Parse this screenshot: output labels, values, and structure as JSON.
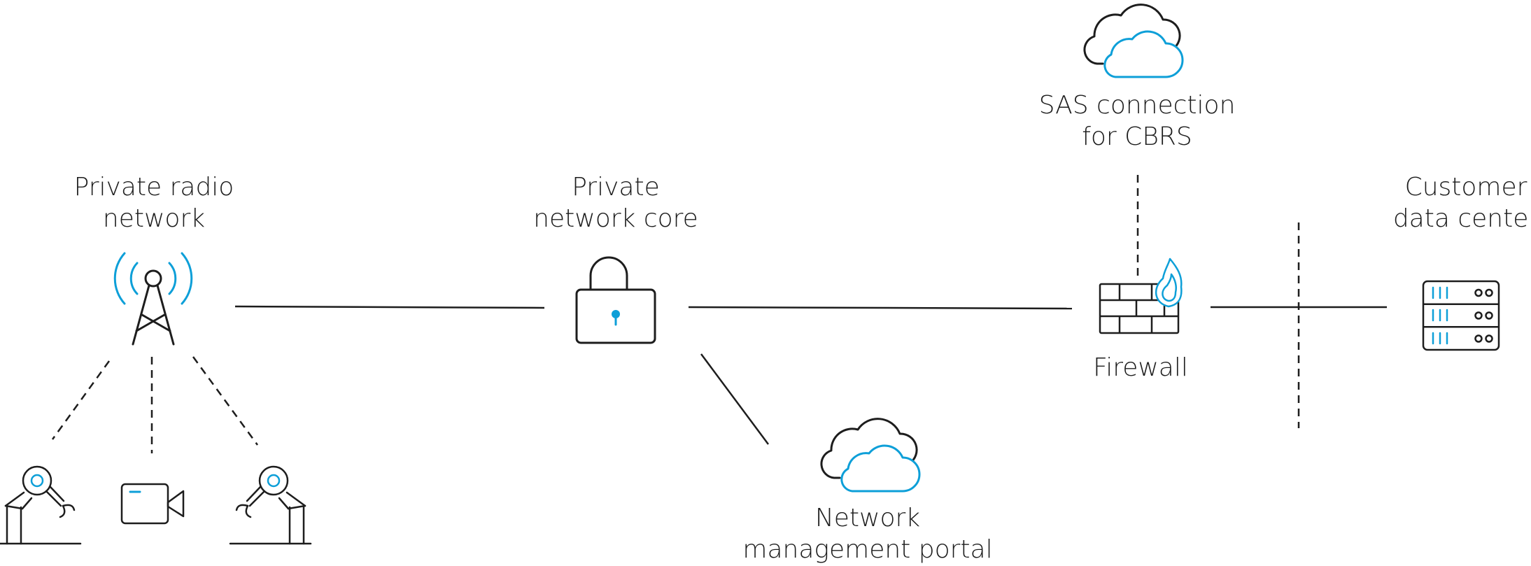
{
  "labels": {
    "radio": [
      "Private radio",
      "network"
    ],
    "core": [
      "Private",
      "network core"
    ],
    "sas": [
      "SAS connection",
      "for CBRS"
    ],
    "customer": [
      "Customer",
      "data center"
    ],
    "portal": [
      "Network",
      "management portal"
    ],
    "firewall": "Firewall"
  },
  "colors": {
    "stroke": "#1d1d1d",
    "accent": "#0d9fd8",
    "background": "#ffffff"
  },
  "icons": {
    "radio": "radio-tower-icon",
    "core": "padlock-icon",
    "sas": "cloud-icon",
    "portal": "cloud-icon",
    "firewall": "firewall-icon",
    "customer": "server-rack-icon",
    "devices": [
      "robot-arm-icon",
      "video-camera-icon",
      "robot-arm-icon"
    ]
  }
}
